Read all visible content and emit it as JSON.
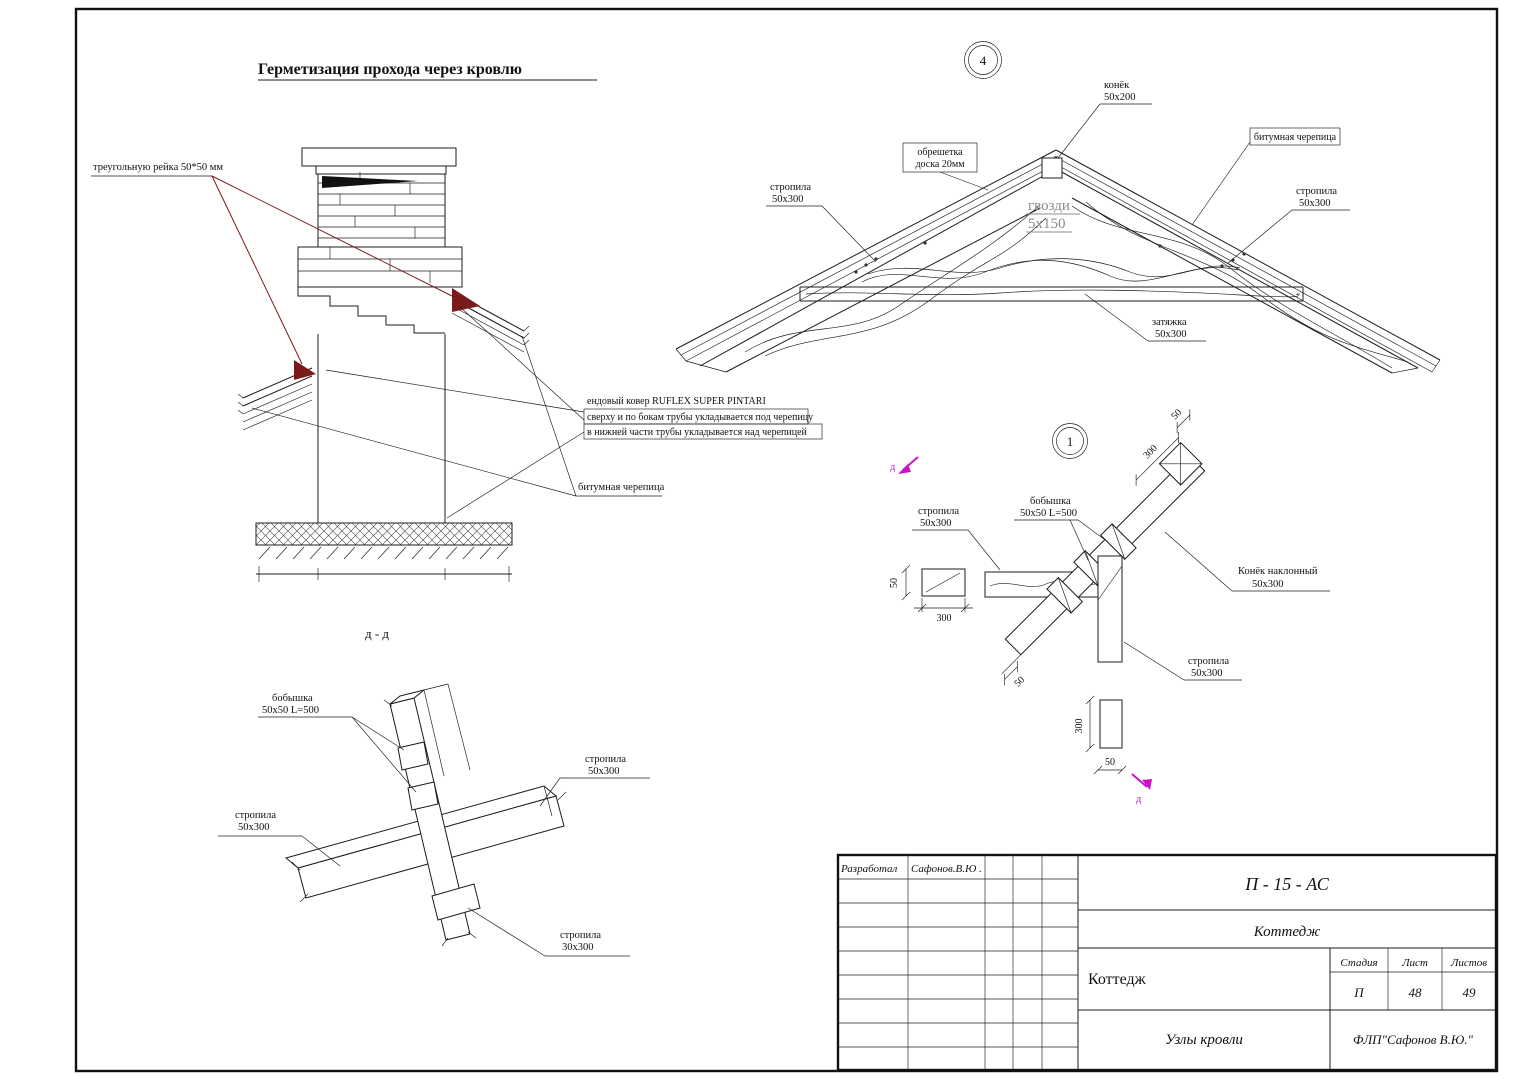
{
  "colors": {
    "accent_dark_red": "#7a1a1a",
    "section_magenta": "#c813c8"
  },
  "drawing": {
    "title": "Герметизация прохода через кровлю",
    "section_mark": "д - д"
  },
  "chimney": {
    "rail_label": "треугольную рейка 50*50 мм",
    "note_line1": "ендовый ковер RUFLEX SUPER PINTARI",
    "note_line2": "сверху и по бокам  трубы укладывается под черепицу",
    "note_line3": "в нижней части  трубы укладывается над черепицей",
    "shingles_label": "битумная черепица"
  },
  "truss": {
    "callout": "4",
    "ridge_label": "конёк",
    "ridge_size": "50х200",
    "sheathing_label": "обрешетка",
    "sheathing_size": "доска 20мм",
    "rafter_label": "стропила",
    "rafter_size": "50х300",
    "nails_label": "гвозди",
    "nails_size": "5х150",
    "shingles_label": "битумная черепица",
    "tie_label": "затяжка",
    "tie_size": "50х300"
  },
  "plan": {
    "callout": "1",
    "rafter_label": "стропила",
    "rafter_size": "50х300",
    "boss_label": "бобышка",
    "boss_size": "50х50 L=500",
    "ridge_label": "Конёк наклонный",
    "ridge_size": "50х300",
    "dim_300": "300",
    "dim_50": "50",
    "section_letter": "д"
  },
  "iso": {
    "boss_label": "бобышка",
    "boss_size": "50х50 L=500",
    "rafter_label": "стропила",
    "rafter_size": "50х300",
    "rafter_small_size": "30х300"
  },
  "title_block": {
    "developed_label": "Разработал",
    "developer_name": "Сафонов.В.Ю .",
    "doc_code": "П - 15 - АС",
    "project_name": "Коттедж",
    "object_name": "Коттедж",
    "stage_label": "Стадия",
    "sheet_label": "Лист",
    "sheets_label": "Листов",
    "stage_value": "П",
    "sheet_value": "48",
    "sheets_value": "49",
    "sheet_title": "Узлы кровли",
    "company": "ФЛП\"Сафонов В.Ю.\""
  }
}
